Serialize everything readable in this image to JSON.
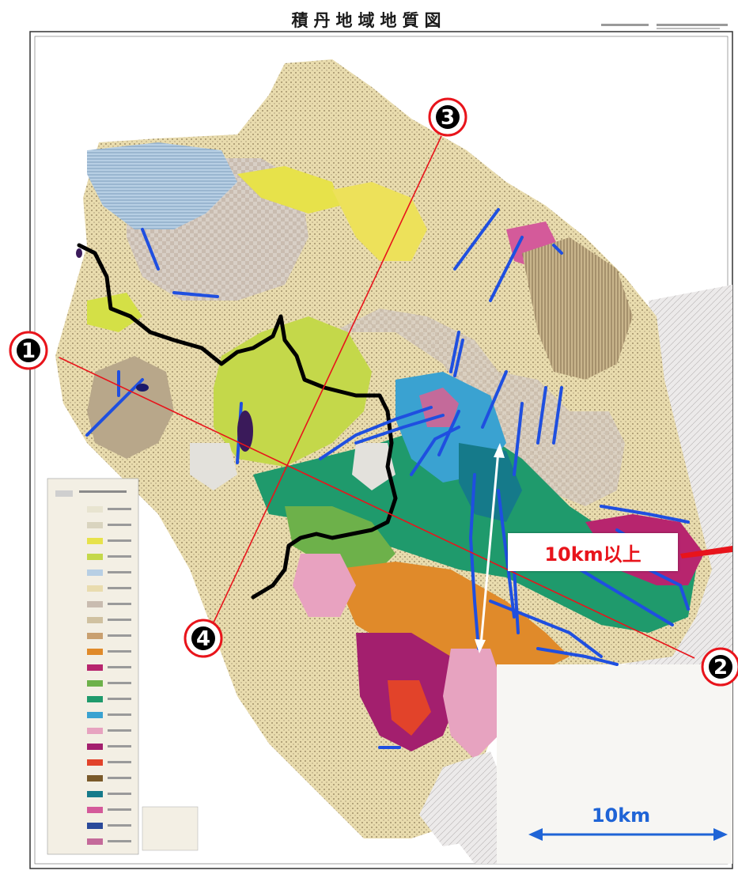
{
  "map": {
    "title": "積丹地域地質図"
  },
  "markers": [
    {
      "id": "1",
      "label": "1"
    },
    {
      "id": "2",
      "label": "2"
    },
    {
      "id": "3",
      "label": "3"
    },
    {
      "id": "4",
      "label": "4"
    }
  ],
  "annotations": {
    "fault_length_label": "10km以上",
    "scale_label": "10km"
  },
  "colors": {
    "fault_lines": "#1f4fe0",
    "section_lines": "#e8141b",
    "boundary_line": "#000000",
    "scale_arrow": "#1f64d6",
    "callout_text": "#e8141b"
  }
}
